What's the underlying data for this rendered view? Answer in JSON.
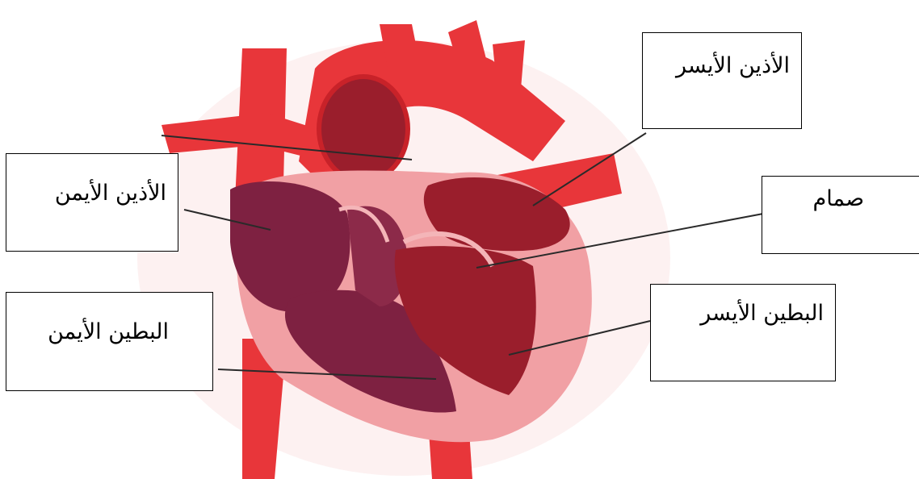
{
  "diagram": {
    "subject": "heart-cross-section",
    "colors": {
      "artery_red": "#e8363a",
      "artery_dark": "#c82229",
      "chamber_purple": "#7e2141",
      "chamber_dark_red": "#9a1e2c",
      "wall_pink": "#f1a0a4",
      "background": "#ffffff",
      "box_border": "#000000"
    },
    "labels": {
      "left_atrium": "الأذين الأيسر",
      "right_atrium": "الأذين الأيمن",
      "valve": "صمام",
      "right_ventricle": "البطين الأيمن",
      "left_ventricle": "البطين الأيسر"
    }
  }
}
